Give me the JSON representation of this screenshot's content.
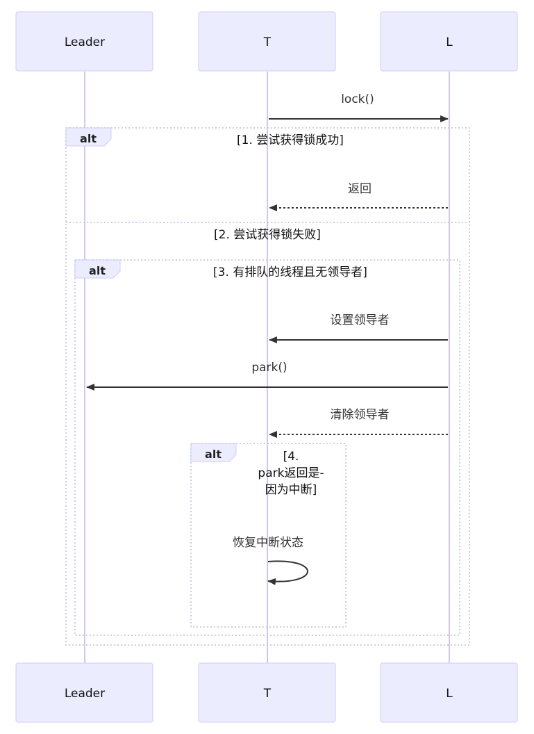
{
  "participants": [
    {
      "name": "Leader"
    },
    {
      "name": "T"
    },
    {
      "name": "L"
    }
  ],
  "messages": [
    {
      "from": "T",
      "to": "L",
      "label": "lock()",
      "style": "solid"
    },
    {
      "from": "L",
      "to": "T",
      "label": "返回",
      "style": "dashed"
    },
    {
      "from": "L",
      "to": "T",
      "label": "设置领导者",
      "style": "solid"
    },
    {
      "from": "L",
      "to": "Leader",
      "label": "park()",
      "style": "solid"
    },
    {
      "from": "L",
      "to": "T",
      "label": "清除领导者",
      "style": "dashed"
    },
    {
      "from": "T",
      "to": "T",
      "label": "恢复中断状态",
      "style": "solid"
    }
  ],
  "frames": [
    {
      "keyword": "alt",
      "condition": "[1. 尝试获得锁成功]",
      "else_condition": "[2. 尝试获得锁失败]"
    },
    {
      "keyword": "alt",
      "condition": "[3. 有排队的线程且无领导者]"
    },
    {
      "keyword": "alt",
      "condition_lines": [
        "[4.",
        "park返回是-",
        "因为中断]"
      ]
    }
  ],
  "colors": {
    "actor_fill": "#ECECFF",
    "actor_stroke": "#CCCCFF",
    "lifeline": "#D4C5F0",
    "arrow": "#333333"
  }
}
